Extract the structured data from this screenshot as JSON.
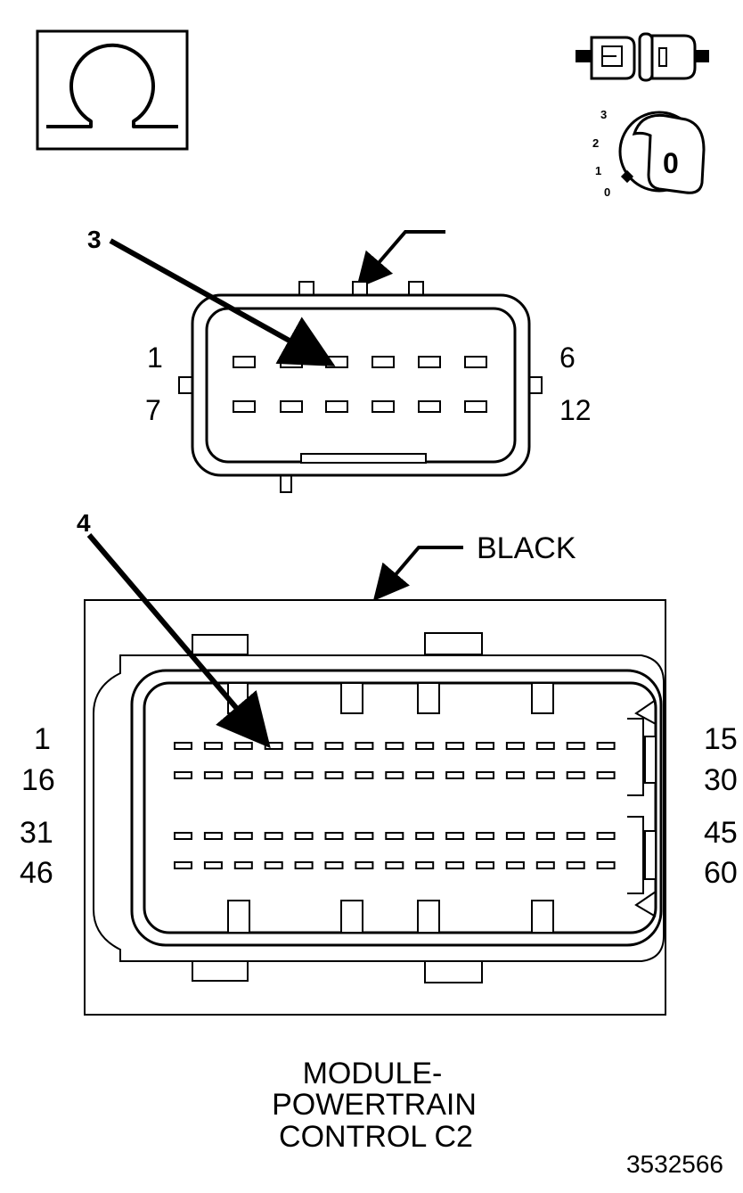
{
  "icons": {
    "ohm": "ohmmeter-icon",
    "disconnect": "connector-disconnect-icon",
    "ignition": "ignition-key-off-icon"
  },
  "ignition": {
    "positions": [
      "3",
      "2",
      "1",
      "0"
    ],
    "key_label": "0"
  },
  "callouts": {
    "top_pointer": "3",
    "bottom_pointer": "4"
  },
  "connector_small": {
    "pin_labels": {
      "top_left": "1",
      "top_right": "6",
      "bottom_left": "7",
      "bottom_right": "12"
    }
  },
  "connector_large": {
    "color_label": "BLACK",
    "pin_labels": {
      "row1_left": "1",
      "row1_right": "15",
      "row2_left": "16",
      "row2_right": "30",
      "row3_left": "31",
      "row3_right": "45",
      "row4_left": "46",
      "row4_right": "60"
    }
  },
  "caption": {
    "line1": "MODULE-",
    "line2": "POWERTRAIN",
    "line3": "CONTROL C2"
  },
  "figure_number": "3532566"
}
